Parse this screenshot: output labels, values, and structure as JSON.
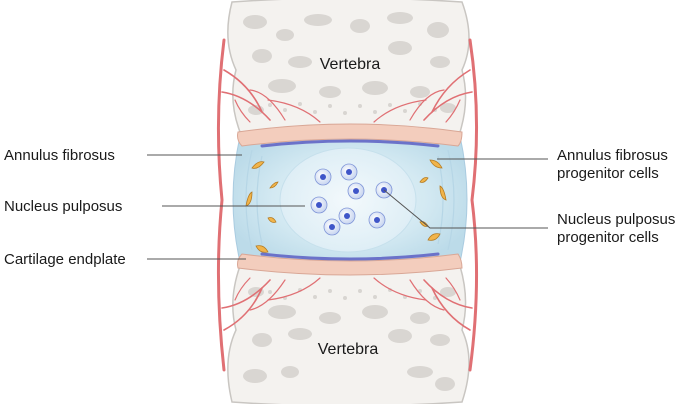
{
  "labels": {
    "vertebra_top": "Vertebra",
    "vertebra_bottom": "Vertebra",
    "annulus_fibrosus": "Annulus fibrosus",
    "nucleus_pulposus": "Nucleus pulposus",
    "cartilage_endplate": "Cartilage endplate",
    "af_progenitor_line1": "Annulus fibrosus",
    "af_progenitor_line2": "progenitor cells",
    "np_progenitor_line1": "Nucleus pulposus",
    "np_progenitor_line2": "progenitor cells"
  },
  "colors": {
    "bone": "#f4f2ef",
    "bone_outline": "#c9c6c2",
    "bone_pores": "#d9d6d2",
    "vessel": "#e07074",
    "endplate": "#f3cdbd",
    "endplate_line": "#6b72c9",
    "annulus": "#cfe6f0",
    "nucleus": "#e3f1f7",
    "np_cell": "#3f55c8",
    "af_cell": "#f1b44a"
  }
}
